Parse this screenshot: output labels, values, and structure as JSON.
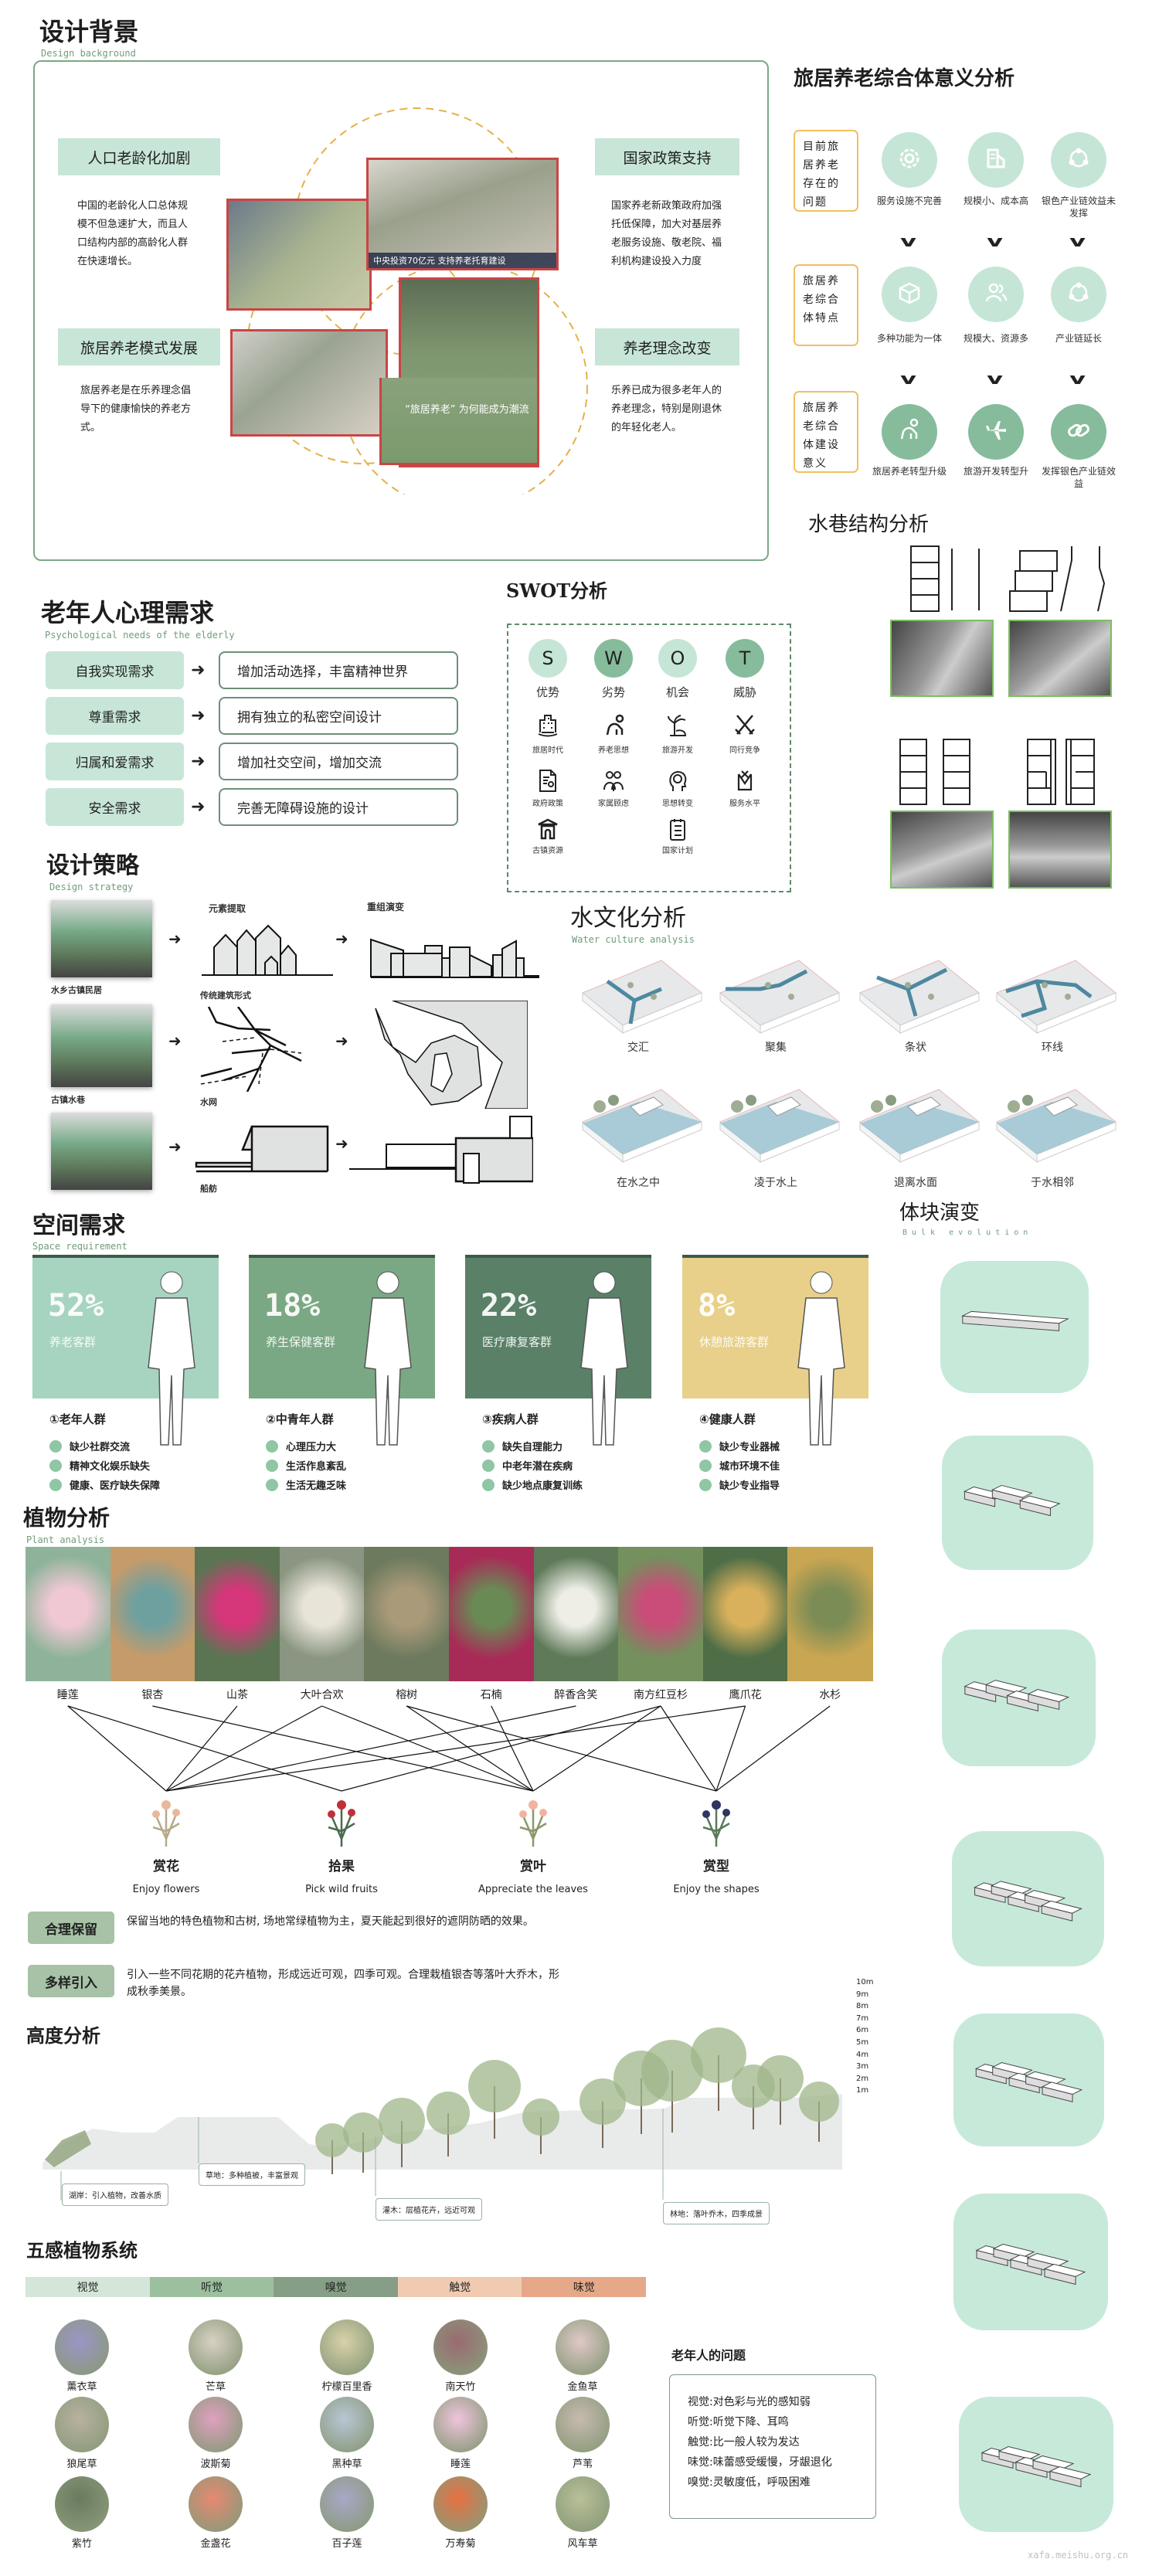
{
  "design_background": {
    "title": "设计背景",
    "subtitle": "Design background",
    "items": [
      {
        "heading": "人口老龄化加剧",
        "text": "中国的老龄化人口总体规模不但急速扩大，而且人口结构内部的高龄化人群在快速增长。"
      },
      {
        "heading": "国家政策支持",
        "text": "国家养老新政策政府加强托低保障，加大对基层养老服务设施、敬老院、福利机构建设投入力度"
      },
      {
        "heading": "旅居养老模式发展",
        "text": "旅居养老是在乐养理念倡导下的健康愉快的养老方式。"
      },
      {
        "heading": "养老理念改变",
        "text": "乐养已成为很多老年人的养老理念，特别是刚退休的年轻化老人。"
      }
    ],
    "photo_captions": [
      "中央投资70亿元 支持养老托育建设",
      "“旅居养老” 为何能成为潮流"
    ]
  },
  "significance": {
    "title": "旅居养老综合体意义分析",
    "rows": [
      {
        "label": "目前旅居养老存在的问题",
        "items": [
          {
            "icon": "gear",
            "text": "服务设施不完善"
          },
          {
            "icon": "building",
            "text": "规模小、成本高"
          },
          {
            "icon": "cycle",
            "text": "银色产业链效益未发挥"
          }
        ]
      },
      {
        "label": "旅居养老综合体特点",
        "items": [
          {
            "icon": "box",
            "text": "多种功能为一体"
          },
          {
            "icon": "people",
            "text": "规模大、资源多"
          },
          {
            "icon": "cycle",
            "text": "产业链延长"
          }
        ]
      },
      {
        "label": "旅居养老综合体建设意义",
        "items": [
          {
            "icon": "elder",
            "text": "旅居养老转型升级"
          },
          {
            "icon": "plane",
            "text": "旅游开发转型升"
          },
          {
            "icon": "link",
            "text": "发挥银色产业链效益"
          }
        ]
      }
    ]
  },
  "psych": {
    "title": "老年人心理需求",
    "subtitle": "Psychological needs of the elderly",
    "rows": [
      {
        "need": "自我实现需求",
        "response": "增加活动选择，丰富精神世界"
      },
      {
        "need": "尊重需求",
        "response": "拥有独立的私密空间设计"
      },
      {
        "need": "归属和爱需求",
        "response": "增加社交空间，增加交流"
      },
      {
        "need": "安全需求",
        "response": "完善无障碍设施的设计"
      }
    ]
  },
  "swot": {
    "title": "SWOT分析",
    "letters": [
      {
        "letter": "S",
        "label": "优势"
      },
      {
        "letter": "W",
        "label": "劣势"
      },
      {
        "letter": "O",
        "label": "机会"
      },
      {
        "letter": "T",
        "label": "威胁"
      }
    ],
    "factors": [
      {
        "icon": "city",
        "label": "旅居时代"
      },
      {
        "icon": "elder",
        "label": "养老思想"
      },
      {
        "icon": "palm",
        "label": "旅游开发"
      },
      {
        "icon": "swords",
        "label": "同行竞争"
      },
      {
        "icon": "document",
        "label": "政府政策"
      },
      {
        "icon": "family",
        "label": "家属顾虑"
      },
      {
        "icon": "head",
        "label": "思想转变"
      },
      {
        "icon": "service",
        "label": "服务水平"
      },
      {
        "icon": "gate",
        "label": "古镇资源"
      },
      {
        "icon": "clipboard",
        "label": "国家计划"
      }
    ]
  },
  "water_lane": {
    "title": "水巷结构分析"
  },
  "strategy": {
    "title": "设计策略",
    "subtitle": "Design strategy",
    "headers": [
      "元素提取",
      "重组演变"
    ],
    "rows": [
      {
        "photo_label": "水乡古镇民居",
        "element_label": "传统建筑形式"
      },
      {
        "photo_label": "古镇水巷",
        "element_label": "水网"
      },
      {
        "photo_label": "",
        "element_label": "船舫"
      }
    ]
  },
  "water_culture": {
    "title": "水文化分析",
    "subtitle": "Water culture analysis",
    "patterns": [
      "交汇",
      "聚集",
      "条状",
      "环线"
    ],
    "relations": [
      "在水之中",
      "凌于水上",
      "退离水面",
      "于水相邻"
    ]
  },
  "space": {
    "title": "空间需求",
    "subtitle": "Space requirement",
    "groups": [
      {
        "percent": "52%",
        "share": 52,
        "segment": "养老客群",
        "crowd": "①老年人群",
        "color": "#a7d4c0",
        "needs": [
          "缺少社群交流",
          "精神文化娱乐缺失",
          "健康、医疗缺失保障"
        ]
      },
      {
        "percent": "18%",
        "share": 18,
        "segment": "养生保健客群",
        "crowd": "②中青年人群",
        "color": "#7aa884",
        "needs": [
          "心理压力大",
          "生活作息紊乱",
          "生活无趣乏味"
        ]
      },
      {
        "percent": "22%",
        "share": 22,
        "segment": "医疗康复客群",
        "crowd": "③疾病人群",
        "color": "#5a8068",
        "needs": [
          "缺失自理能力",
          "中老年潜在疾病",
          "缺少地点康复训练"
        ]
      },
      {
        "percent": "8%",
        "share": 8,
        "segment": "休憩旅游客群",
        "crowd": "④健康人群",
        "color": "#e8d08a",
        "needs": [
          "缺少专业器械",
          "城市环境不佳",
          "缺少专业指导"
        ]
      }
    ]
  },
  "bulk": {
    "title": "体块演变",
    "subtitle": "Bulk evolution",
    "stages": 7
  },
  "plants": {
    "title": "植物分析",
    "subtitle": "Plant analysis",
    "names": [
      "睡莲",
      "银杏",
      "山茶",
      "大叶合欢",
      "榕树",
      "石楠",
      "醉香含笑",
      "南方红豆杉",
      "鹰爪花",
      "水杉"
    ],
    "categories": [
      {
        "cn": "赏花",
        "en": "Enjoy flowers"
      },
      {
        "cn": "拾果",
        "en": "Pick wild fruits"
      },
      {
        "cn": "赏叶",
        "en": "Appreciate the leaves"
      },
      {
        "cn": "赏型",
        "en": "Enjoy the shapes"
      }
    ],
    "links": [
      [
        0,
        0
      ],
      [
        0,
        1
      ],
      [
        1,
        2
      ],
      [
        2,
        0
      ],
      [
        3,
        0
      ],
      [
        3,
        2
      ],
      [
        4,
        2
      ],
      [
        4,
        3
      ],
      [
        5,
        2
      ],
      [
        6,
        0
      ],
      [
        7,
        1
      ],
      [
        7,
        2
      ],
      [
        7,
        3
      ],
      [
        8,
        0
      ],
      [
        8,
        3
      ],
      [
        9,
        3
      ]
    ],
    "guidelines": [
      {
        "tag": "合理保留",
        "text": "保留当地的特色植物和古树, 场地常绿植物为主，夏天能起到很好的遮阴防晒的效果。"
      },
      {
        "tag": "多样引入",
        "text": "引入一些不同花期的花卉植物，形成远近可观，四季可观。合理栽植银杏等落叶大乔木，形成秋季美景。"
      }
    ]
  },
  "height": {
    "title": "高度分析",
    "scale": [
      "10m",
      "9m",
      "8m",
      "7m",
      "6m",
      "5m",
      "4m",
      "3m",
      "2m",
      "1m"
    ],
    "zones": [
      "湖岸：引入植物，改善水质",
      "草地：多种植被，丰富景观",
      "灌木：层植花卉，远近可观",
      "林地：落叶乔木，四季成景"
    ]
  },
  "five_senses": {
    "title": "五感植物系统",
    "senses": [
      {
        "name": "视觉",
        "color": "#d3e6d9"
      },
      {
        "name": "听觉",
        "color": "#9cbf9e"
      },
      {
        "name": "嗅觉",
        "color": "#869e86"
      },
      {
        "name": "触觉",
        "color": "#f0cbb0"
      },
      {
        "name": "味觉",
        "color": "#e6a889"
      }
    ],
    "plants": [
      [
        "薰衣草",
        "芒草",
        "柠檬百里香",
        "南天竹",
        "金鱼草"
      ],
      [
        "狼尾草",
        "波斯菊",
        "黑种草",
        "睡莲",
        "芦苇"
      ],
      [
        "紫竹",
        "金盏花",
        "百子莲",
        "万寿菊",
        "风车草"
      ]
    ],
    "problems_title": "老年人的问题",
    "problems": [
      "视觉:对色彩与光的感知弱",
      "听觉:听觉下降、耳鸣",
      "触觉:比一般人较为发达",
      "味觉:味蕾感受缓慢，牙龈退化",
      "嗅觉:灵敏度低，呼吸困难"
    ]
  },
  "watermark": "xafa.meishu.org.cn"
}
